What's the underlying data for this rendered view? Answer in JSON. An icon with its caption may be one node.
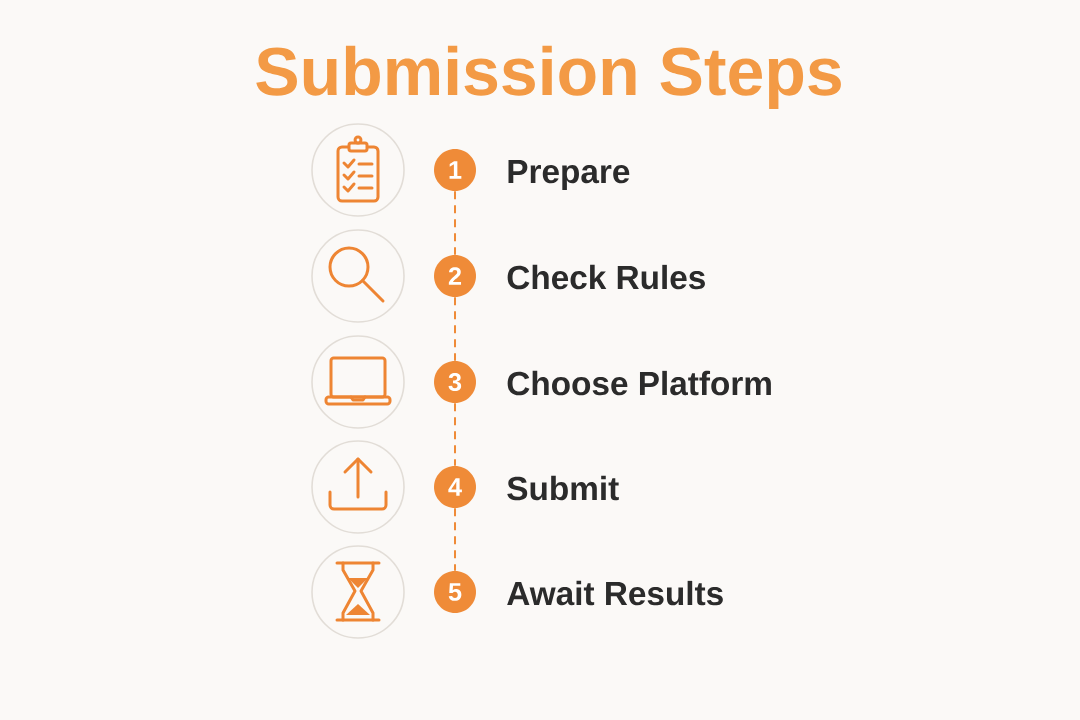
{
  "diagram": {
    "title": "Submission Steps",
    "nodes": [
      {
        "text": [
          "1"
        ],
        "beside": [
          "Prepare"
        ]
      },
      {
        "text": [
          "2"
        ],
        "beside": [
          "Check Rules"
        ]
      },
      {
        "text": [
          "3"
        ],
        "beside": [
          "Choose Platform"
        ]
      },
      {
        "text": [
          "4"
        ],
        "beside": [
          "Submit"
        ]
      },
      {
        "text": [
          "5"
        ],
        "beside": [
          "Await Results"
        ]
      }
    ],
    "edges": [
      {
        "from": 0,
        "to": 1,
        "arrow": "none",
        "style": "dashed"
      },
      {
        "from": 1,
        "to": 2,
        "arrow": "none",
        "style": "dashed"
      },
      {
        "from": 2,
        "to": 3,
        "arrow": "none",
        "style": "dashed"
      },
      {
        "from": 3,
        "to": 4,
        "arrow": "none",
        "style": "dashed"
      }
    ]
  }
}
